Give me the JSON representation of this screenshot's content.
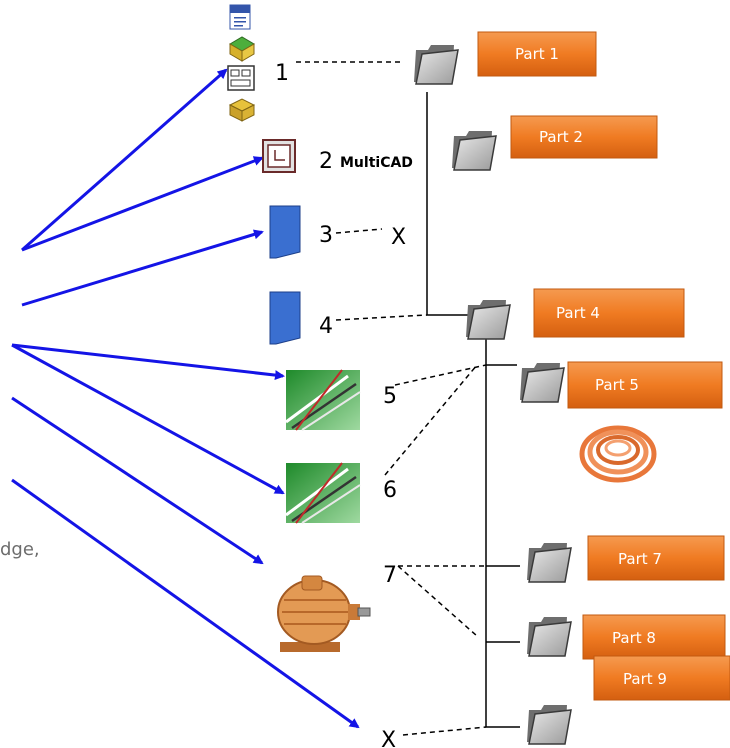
{
  "colors": {
    "arrow": "#1414e6",
    "part_fill": "#f07b22",
    "part_text": "#ffffff",
    "folder_fill": "#8a8a8a",
    "doc_fill": "#3a6fd0"
  },
  "numbers": {
    "n1": "1",
    "n2": "2",
    "n3": "3",
    "n4": "4",
    "n5": "5",
    "n6": "6",
    "n7": "7"
  },
  "markers": {
    "x_top": "X",
    "x_bottom": "X"
  },
  "multicad_label": "MultiCAD",
  "left_fragment": "dge,",
  "parts": {
    "p1": "Part 1",
    "p2": "Part 2",
    "p4": "Part 4",
    "p5": "Part 5",
    "p7": "Part 7",
    "p8": "Part 8",
    "p9": "Part 9"
  },
  "icons": [
    "word-document-icon",
    "assembly-icon",
    "drawing-icon",
    "part-icon",
    "multicad-icon",
    "document-icon",
    "wire-bundle-icon",
    "cable-coil-icon",
    "electric-motor-icon",
    "folder-icon"
  ]
}
